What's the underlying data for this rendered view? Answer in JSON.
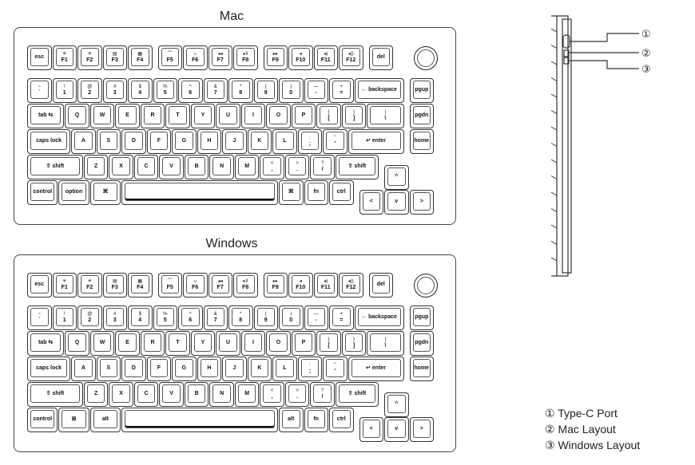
{
  "mac": {
    "title": "Mac",
    "rows": [
      [
        {
          "t": "esc"
        },
        {
          "s": "✳",
          "t": "F1"
        },
        {
          "s": "✳",
          "t": "F2"
        },
        {
          "s": "▤",
          "t": "F3"
        },
        {
          "s": "▦",
          "t": "F4"
        },
        {
          "s": "⌒",
          "t": "F5"
        },
        {
          "s": "☼",
          "t": "F6"
        },
        {
          "s": "◂◂",
          "t": "F7"
        },
        {
          "s": "▸‖",
          "t": "F8"
        },
        {
          "s": "▸▸",
          "t": "F9"
        },
        {
          "s": "◂",
          "t": "F10"
        },
        {
          "s": "◂)",
          "t": "F11"
        },
        {
          "s": "◂))",
          "t": "F12"
        },
        {
          "t": "del"
        }
      ],
      [
        {
          "s": "~",
          "t": "`"
        },
        {
          "s": "!",
          "t": "1"
        },
        {
          "s": "@",
          "t": "2"
        },
        {
          "s": "#",
          "t": "3"
        },
        {
          "s": "$",
          "t": "4"
        },
        {
          "s": "%",
          "t": "5"
        },
        {
          "s": "^",
          "t": "6"
        },
        {
          "s": "&",
          "t": "7"
        },
        {
          "s": "*",
          "t": "8"
        },
        {
          "s": "(",
          "t": "9"
        },
        {
          "s": ")",
          "t": "0"
        },
        {
          "s": "—",
          "t": "-"
        },
        {
          "s": "+",
          "t": "="
        },
        {
          "t": "← backspace"
        },
        {
          "t": "pgup"
        }
      ],
      [
        {
          "t": "tab ⇆"
        },
        {
          "t": "Q"
        },
        {
          "t": "W"
        },
        {
          "t": "E"
        },
        {
          "t": "R"
        },
        {
          "t": "T"
        },
        {
          "t": "Y"
        },
        {
          "t": "U"
        },
        {
          "t": "I"
        },
        {
          "t": "O"
        },
        {
          "t": "P"
        },
        {
          "s": "{",
          "t": "["
        },
        {
          "s": "}",
          "t": "]"
        },
        {
          "s": "|",
          "t": "\\"
        },
        {
          "t": "pgdn"
        }
      ],
      [
        {
          "t": "caps lock"
        },
        {
          "t": "A"
        },
        {
          "t": "S"
        },
        {
          "t": "D"
        },
        {
          "t": "F"
        },
        {
          "t": "G"
        },
        {
          "t": "H"
        },
        {
          "t": "J"
        },
        {
          "t": "K"
        },
        {
          "t": "L"
        },
        {
          "s": ":",
          "t": ";"
        },
        {
          "s": "\"",
          "t": "'"
        },
        {
          "t": "↵ enter"
        },
        {
          "t": "home"
        }
      ],
      [
        {
          "t": "⇧ shift"
        },
        {
          "t": "Z"
        },
        {
          "t": "X"
        },
        {
          "t": "C"
        },
        {
          "t": "V"
        },
        {
          "t": "B"
        },
        {
          "t": "N"
        },
        {
          "t": "M"
        },
        {
          "s": "<",
          "t": ","
        },
        {
          "s": ">",
          "t": "."
        },
        {
          "s": "?",
          "t": "/"
        },
        {
          "t": "⇧ shift"
        },
        {
          "t": "^"
        }
      ],
      [
        {
          "t": "control"
        },
        {
          "t": "option"
        },
        {
          "t": "⌘"
        },
        {
          "t": ""
        },
        {
          "t": "⌘"
        },
        {
          "t": "fn"
        },
        {
          "t": "ctrl"
        },
        {
          "t": "<"
        },
        {
          "t": "v"
        },
        {
          "t": ">"
        }
      ]
    ]
  },
  "windows": {
    "title": "Windows",
    "rows": [
      [
        {
          "t": "esc"
        },
        {
          "s": "✳",
          "t": "F1"
        },
        {
          "s": "✳",
          "t": "F2"
        },
        {
          "s": "▤",
          "t": "F3"
        },
        {
          "s": "▦",
          "t": "F4"
        },
        {
          "s": "⌒",
          "t": "F5"
        },
        {
          "s": "☼",
          "t": "F6"
        },
        {
          "s": "◂◂",
          "t": "F7"
        },
        {
          "s": "▸‖",
          "t": "F8"
        },
        {
          "s": "▸▸",
          "t": "F9"
        },
        {
          "s": "◂",
          "t": "F10"
        },
        {
          "s": "◂)",
          "t": "F11"
        },
        {
          "s": "◂))",
          "t": "F12"
        },
        {
          "t": "del"
        }
      ],
      [
        {
          "s": "~",
          "t": "`"
        },
        {
          "s": "!",
          "t": "1"
        },
        {
          "s": "@",
          "t": "2"
        },
        {
          "s": "#",
          "t": "3"
        },
        {
          "s": "$",
          "t": "4"
        },
        {
          "s": "%",
          "t": "5"
        },
        {
          "s": "^",
          "t": "6"
        },
        {
          "s": "&",
          "t": "7"
        },
        {
          "s": "*",
          "t": "8"
        },
        {
          "s": "(",
          "t": "9"
        },
        {
          "s": ")",
          "t": "0"
        },
        {
          "s": "—",
          "t": "-"
        },
        {
          "s": "+",
          "t": "="
        },
        {
          "t": "← backspace"
        },
        {
          "t": "pgup"
        }
      ],
      [
        {
          "t": "tab ⇆"
        },
        {
          "t": "Q"
        },
        {
          "t": "W"
        },
        {
          "t": "E"
        },
        {
          "t": "R"
        },
        {
          "t": "T"
        },
        {
          "t": "Y"
        },
        {
          "t": "U"
        },
        {
          "t": "I"
        },
        {
          "t": "O"
        },
        {
          "t": "P"
        },
        {
          "s": "{",
          "t": "["
        },
        {
          "s": "}",
          "t": "]"
        },
        {
          "s": "|",
          "t": "\\"
        },
        {
          "t": "pgdn"
        }
      ],
      [
        {
          "t": "caps lock"
        },
        {
          "t": "A"
        },
        {
          "t": "S"
        },
        {
          "t": "D"
        },
        {
          "t": "F"
        },
        {
          "t": "G"
        },
        {
          "t": "H"
        },
        {
          "t": "J"
        },
        {
          "t": "K"
        },
        {
          "t": "L"
        },
        {
          "s": ":",
          "t": ";"
        },
        {
          "s": "\"",
          "t": "'"
        },
        {
          "t": "↵ enter"
        },
        {
          "t": "home"
        }
      ],
      [
        {
          "t": "⇧ shift"
        },
        {
          "t": "Z"
        },
        {
          "t": "X"
        },
        {
          "t": "C"
        },
        {
          "t": "V"
        },
        {
          "t": "B"
        },
        {
          "t": "N"
        },
        {
          "t": "M"
        },
        {
          "s": "<",
          "t": ","
        },
        {
          "s": ">",
          "t": "."
        },
        {
          "s": "?",
          "t": "/"
        },
        {
          "t": "⇧ shift"
        },
        {
          "t": "^"
        }
      ],
      [
        {
          "t": "control"
        },
        {
          "t": "⊞"
        },
        {
          "t": "alt"
        },
        {
          "t": ""
        },
        {
          "t": "alt"
        },
        {
          "t": "fn"
        },
        {
          "t": "ctrl"
        },
        {
          "t": "<"
        },
        {
          "t": "v"
        },
        {
          "t": ">"
        }
      ]
    ]
  },
  "callouts": [
    "①",
    "②",
    "③"
  ],
  "legend": [
    "① Type-C Port",
    "② Mac Layout",
    "③ Windows Layout"
  ],
  "colors": {
    "line": "#333333",
    "background": "#ffffff"
  }
}
